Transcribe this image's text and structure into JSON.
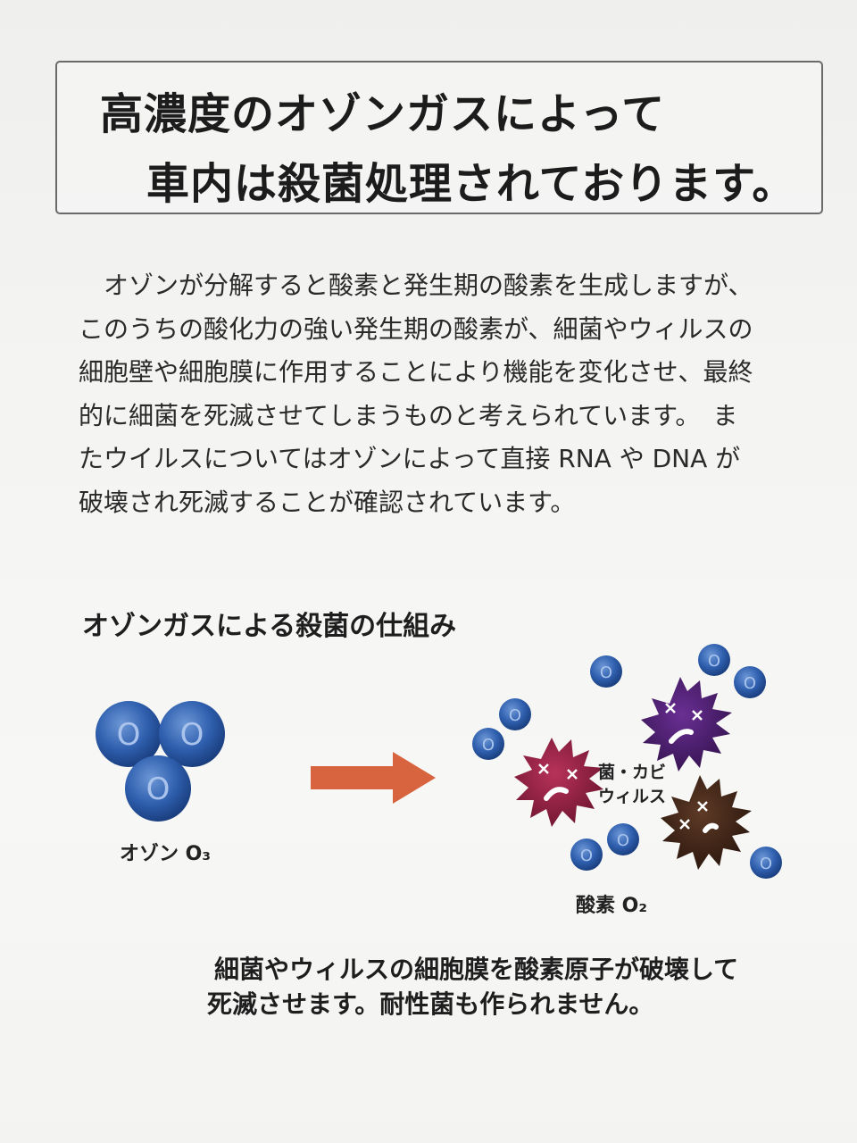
{
  "title": {
    "line1": "高濃度のオゾンガスによって",
    "line2": "車内は殺菌処理されております。"
  },
  "body": {
    "lines": [
      "　オゾンが分解すると酸素と発生期の酸素を生成しますが、",
      "このうちの酸化力の強い発生期の酸素が、細菌やウィルスの",
      "細胞壁や細胞膜に作用することにより機能を変化させ、最終",
      "的に細菌を死滅させてしまうものと考えられています。　ま",
      "たウイルスについてはオゾンによって直接 RNA や DNA が",
      "破壊され死滅することが確認されています。"
    ]
  },
  "section": {
    "heading": "オゾンガスによる殺菌の仕組み"
  },
  "diagram": {
    "ozone_label": "オゾン O₃",
    "oxygen_label": "酸素 O₂",
    "microbe_label_line1": "菌・カビ",
    "microbe_label_line2": "ウィルス",
    "atom_letter": "O",
    "colors": {
      "atom": "#2f5fae",
      "arrow": "#d7643f",
      "microbe_red": "#8c1f3c",
      "microbe_purple": "#4b1f6e",
      "microbe_brown": "#3c2418"
    }
  },
  "conclusion": {
    "line1": "細菌やウィルスの細胞膜を酸素原子が破壊して",
    "line2": "死滅させます。耐性菌も作られません。"
  }
}
